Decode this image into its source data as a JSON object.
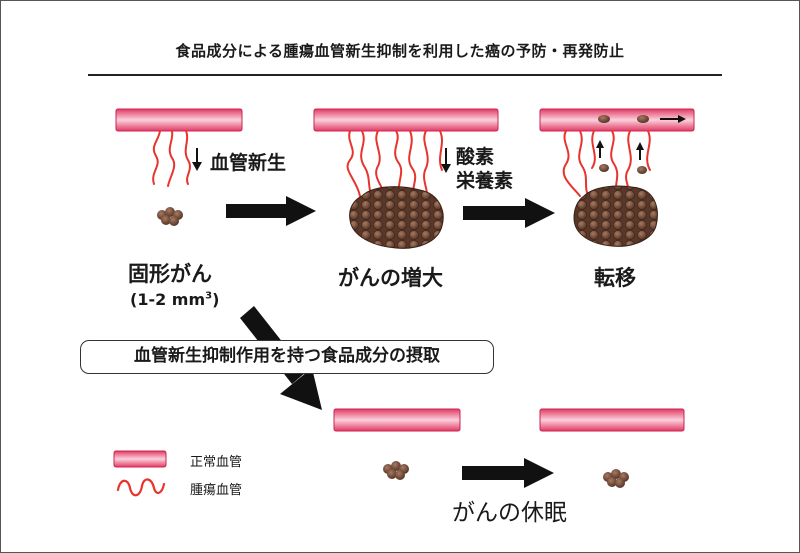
{
  "title": "食品成分による腫瘍血管新生抑制を利用した癌の予防・再発防止",
  "steps": {
    "angiogenesis_label": "血管新生",
    "nutrients_line1": "酸素",
    "nutrients_line2": "栄養素",
    "solid_cancer": "固形がん",
    "solid_cancer_size": "(1-2 mm",
    "solid_cancer_exp": "3",
    "solid_cancer_close": ")",
    "growth": "がんの増大",
    "metastasis": "転移"
  },
  "intervention": "血管新生抑制作用を持つ食品成分の摂取",
  "outcome": "がんの休眠",
  "legend": {
    "normal_vessel": "正常血管",
    "tumor_vessel": "腫瘍血管"
  },
  "colors": {
    "vessel_light": "#f7b6c6",
    "vessel_dark": "#e23a64",
    "tumor_vessel": "#e8342e",
    "tumor": "#6b4436",
    "arrow": "#111111"
  }
}
